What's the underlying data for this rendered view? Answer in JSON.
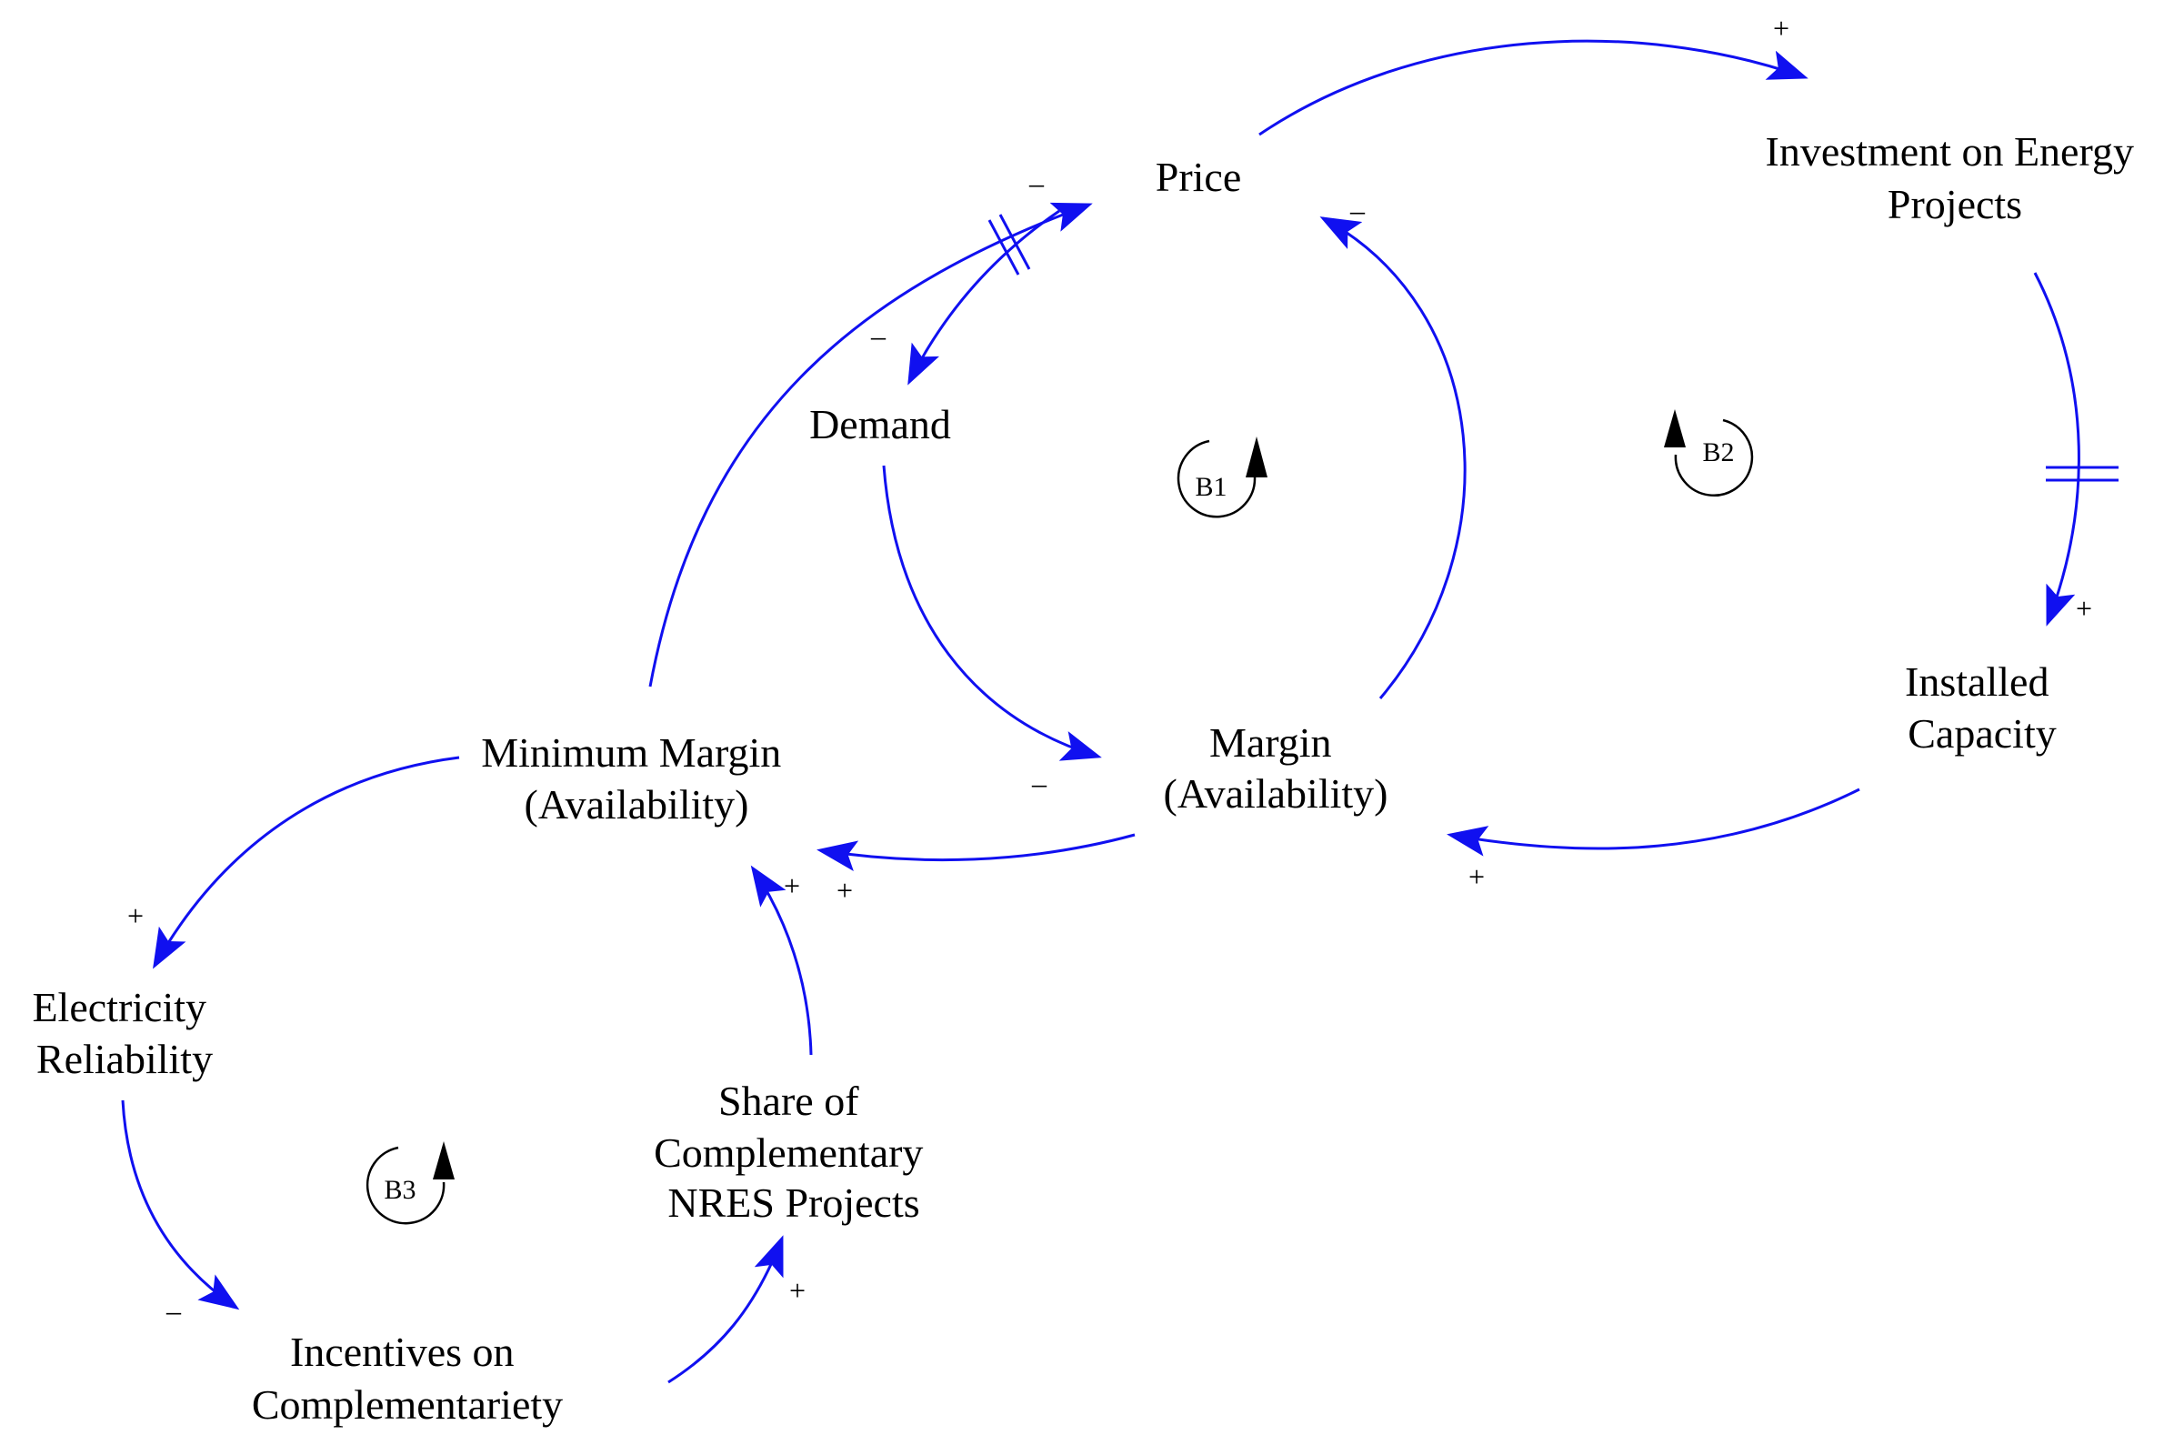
{
  "variables": {
    "price": [
      "Price"
    ],
    "investment": [
      "Investment on Energy",
      "Projects"
    ],
    "installed_capacity": [
      "Installed",
      "Capacity"
    ],
    "demand": [
      "Demand"
    ],
    "margin": [
      "Margin",
      "(Availability)"
    ],
    "minimum_margin": [
      "Minimum Margin",
      "(Availability)"
    ],
    "electricity_reliability": [
      "Electricity",
      "Reliability"
    ],
    "incentives": [
      "Incentives on",
      "Complementariety"
    ],
    "share_nres": [
      "Share of",
      "Complementary",
      "NRES Projects"
    ]
  },
  "loops": {
    "b1": "B1",
    "b2": "B2",
    "b3": "B3"
  },
  "links": [
    {
      "from": "price",
      "to": "investment",
      "polarity": "+",
      "delay": false
    },
    {
      "from": "investment",
      "to": "installed_capacity",
      "polarity": "+",
      "delay": true
    },
    {
      "from": "installed_capacity",
      "to": "margin",
      "polarity": "+",
      "delay": false
    },
    {
      "from": "margin",
      "to": "price",
      "polarity": "–",
      "delay": false
    },
    {
      "from": "price",
      "to": "demand",
      "polarity": "–",
      "delay": false
    },
    {
      "from": "demand",
      "to": "margin",
      "polarity": "–",
      "delay": false
    },
    {
      "from": "margin",
      "to": "minimum_margin",
      "polarity": "+",
      "delay": false
    },
    {
      "from": "minimum_margin",
      "to": "price",
      "polarity": "–",
      "delay": true
    },
    {
      "from": "minimum_margin",
      "to": "electricity_reliability",
      "polarity": "+",
      "delay": false
    },
    {
      "from": "electricity_reliability",
      "to": "incentives",
      "polarity": "–",
      "delay": false
    },
    {
      "from": "incentives",
      "to": "share_nres",
      "polarity": "+",
      "delay": false
    },
    {
      "from": "share_nres",
      "to": "minimum_margin",
      "polarity": "+",
      "delay": false
    }
  ],
  "colors": {
    "link": "#1010f0",
    "text": "#000000",
    "background": "#ffffff"
  }
}
